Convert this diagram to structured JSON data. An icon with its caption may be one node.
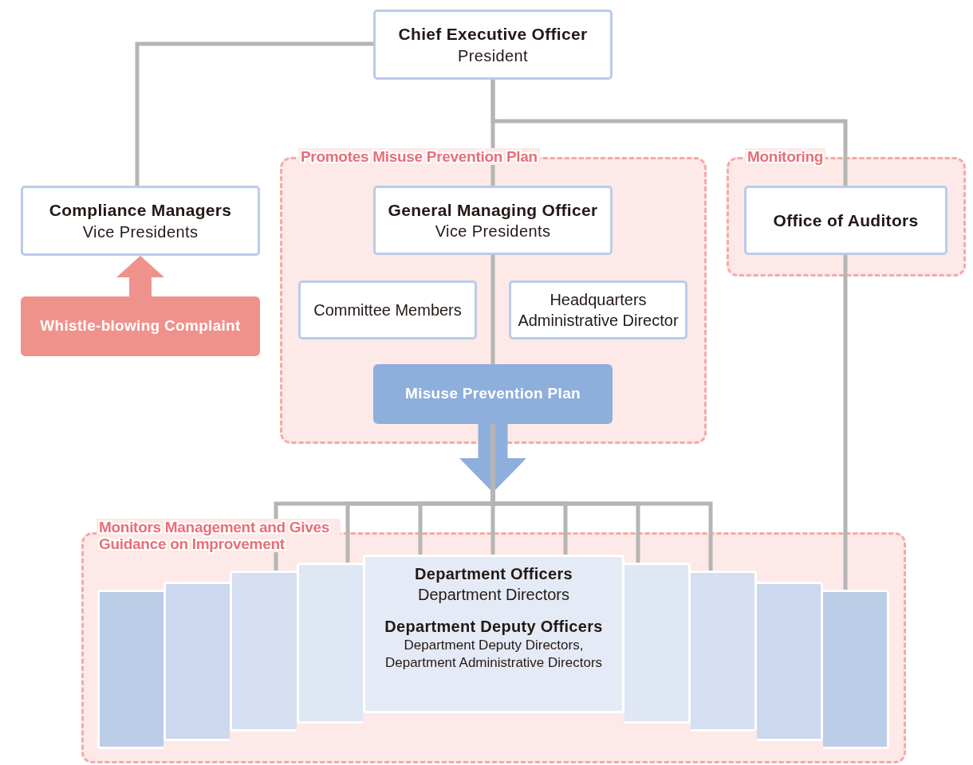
{
  "diagram": {
    "nodes": [
      {
        "text": [
          "Chief Executive Officer",
          "President"
        ]
      },
      {
        "text": [
          "Promotes Misuse Prevention Plan"
        ]
      },
      {
        "text": [
          "General Managing Officer",
          "Vice Presidents"
        ],
        "in": 1
      },
      {
        "text": [
          "Committee Members"
        ],
        "in": 1
      },
      {
        "text": [
          "Headquarters Administrative Director"
        ],
        "in": 1
      },
      {
        "text": [
          "Misuse Prevention Plan"
        ],
        "in": 1
      },
      {
        "text": [
          "Monitoring"
        ]
      },
      {
        "text": [
          "Office of Auditors"
        ],
        "in": 6
      },
      {
        "text": [
          "Compliance Managers",
          "Vice Presidents"
        ]
      },
      {
        "text": [
          "Whistle-blowing Complaint"
        ]
      },
      {
        "text": [
          "Monitors Management and Gives Guidance on Improvement"
        ]
      },
      {
        "text": [],
        "shape": "box",
        "in": 10
      },
      {
        "text": [],
        "shape": "box",
        "in": 10
      },
      {
        "text": [],
        "shape": "box",
        "in": 10
      },
      {
        "text": [],
        "shape": "box",
        "in": 10
      },
      {
        "text": [
          "Department Officers",
          "Department Directors",
          "Department Deputy Officers",
          "Department Deputy Directors, Department Administrative Directors"
        ],
        "in": 10
      },
      {
        "text": [],
        "shape": "box",
        "in": 10
      },
      {
        "text": [],
        "shape": "box",
        "in": 10
      },
      {
        "text": [],
        "shape": "box",
        "in": 10
      },
      {
        "text": [],
        "shape": "box",
        "in": 10
      }
    ],
    "edges": [
      {
        "from": 0,
        "to": 8,
        "arrow": "none"
      },
      {
        "from": 0,
        "to": 2,
        "arrow": "none"
      },
      {
        "from": 0,
        "to": 7,
        "arrow": "none"
      },
      {
        "from": 2,
        "to": 5,
        "arrow": "none"
      },
      {
        "from": 9,
        "to": 8,
        "arrow": "to",
        "style": "thick",
        "color": "#f0928c"
      },
      {
        "from": 5,
        "to": 15,
        "arrow": "to",
        "style": "thick",
        "color": "#8eaedb"
      },
      {
        "from": 5,
        "to": 13,
        "arrow": "none"
      },
      {
        "from": 5,
        "to": 14,
        "arrow": "none"
      },
      {
        "from": 5,
        "to": 15,
        "arrow": "none"
      },
      {
        "from": 5,
        "to": 15,
        "arrow": "none"
      },
      {
        "from": 5,
        "to": 15,
        "arrow": "none"
      },
      {
        "from": 5,
        "to": 16,
        "arrow": "none"
      },
      {
        "from": 5,
        "to": 17,
        "arrow": "none"
      },
      {
        "from": 7,
        "to": 19,
        "arrow": "none"
      }
    ]
  }
}
